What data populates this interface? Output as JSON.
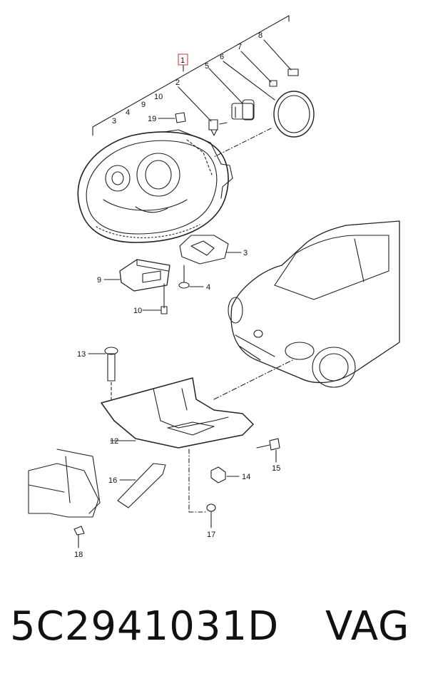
{
  "diagram": {
    "callouts": {
      "c1": "1",
      "c2": "2",
      "c3a": "3",
      "c3b": "3",
      "c4a": "4",
      "c4b": "4",
      "c5": "5",
      "c6": "6",
      "c7": "7",
      "c8": "8",
      "c9a": "9",
      "c9b": "9",
      "c10a": "10",
      "c10b": "10",
      "c12": "12",
      "c13": "13",
      "c14": "14",
      "c15": "15",
      "c16": "16",
      "c17": "17",
      "c18": "18",
      "c19": "19"
    },
    "highlight_color": "#d9534f"
  },
  "footer": {
    "part_number": "5C2941031D",
    "brand": "VAG"
  }
}
